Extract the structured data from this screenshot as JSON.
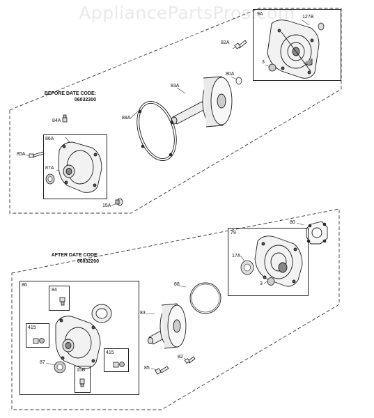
{
  "watermark": "AppliancePartsPros.com",
  "colors": {
    "ink": "#1a1a1a",
    "watermark": "#e9e9e9",
    "background": "#ffffff"
  },
  "sections": {
    "before": {
      "title": "BEFORE DATE CODE:",
      "code": "06032300"
    },
    "after": {
      "title": "AFTER DATE CODE:",
      "code": "06032200"
    }
  },
  "parts": {
    "p9A": "9A",
    "p127B": "127B",
    "p82A": "82A",
    "p3a": "3",
    "p80A": "80A",
    "p83A": "83A",
    "p88A": "88A",
    "p84A": "84A",
    "p86A": "86A",
    "p85A": "85A",
    "p87A": "87A",
    "p15A": "15A",
    "p79": "79",
    "p80": "80",
    "p17A": "17A",
    "p3b": "3",
    "p88": "88",
    "p86": "86",
    "p84": "84",
    "p83": "83",
    "p415a": "415",
    "p415b": "415",
    "p87": "87",
    "p15B": "15B",
    "p85": "85",
    "p82": "82"
  }
}
